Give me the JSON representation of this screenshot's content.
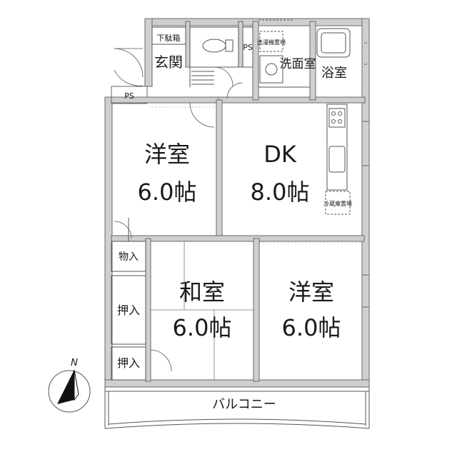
{
  "rooms": {
    "western_north": {
      "name": "洋室",
      "size": "6.0帖"
    },
    "dk": {
      "name": "DK",
      "size": "8.0帖"
    },
    "japanese": {
      "name": "和室",
      "size": "6.0帖"
    },
    "western_south": {
      "name": "洋室",
      "size": "6.0帖"
    },
    "entrance": {
      "name": "玄関"
    },
    "shoe_box": {
      "name": "下駄箱"
    },
    "washroom": {
      "name": "洗面室"
    },
    "bath": {
      "name": "浴室"
    },
    "laundry": {
      "name": "洗濯機置場"
    },
    "ps_top": {
      "name": "PS"
    },
    "ps_left": {
      "name": "PS"
    },
    "storage": {
      "name": "物入"
    },
    "closet_1": {
      "name": "押入"
    },
    "closet_2": {
      "name": "押入"
    },
    "fridge": {
      "name": "冷蔵庫置場"
    },
    "balcony": {
      "name": "バルコニー"
    }
  },
  "compass": {
    "label": "N"
  },
  "colors": {
    "wall": "#cfcfcf",
    "wall_stroke": "#6a6a6a",
    "line": "#555555"
  }
}
